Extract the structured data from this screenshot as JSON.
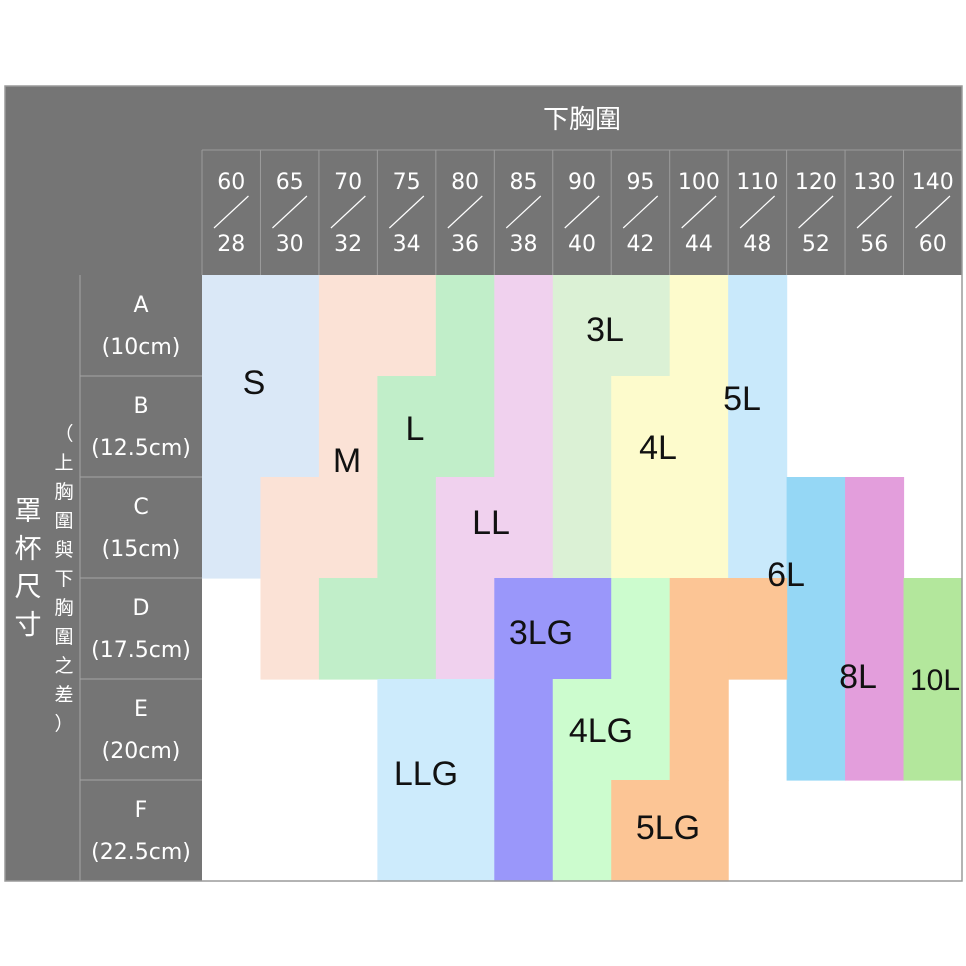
{
  "header": {
    "underbust_title": "下胸圍",
    "cup_title": "罩杯尺寸",
    "cup_subtitle": "（上胸圍與下胸圍之差）"
  },
  "columns": [
    {
      "top": "60",
      "bottom": "28"
    },
    {
      "top": "65",
      "bottom": "30"
    },
    {
      "top": "70",
      "bottom": "32"
    },
    {
      "top": "75",
      "bottom": "34"
    },
    {
      "top": "80",
      "bottom": "36"
    },
    {
      "top": "85",
      "bottom": "38"
    },
    {
      "top": "90",
      "bottom": "40"
    },
    {
      "top": "95",
      "bottom": "42"
    },
    {
      "top": "100",
      "bottom": "44"
    },
    {
      "top": "110",
      "bottom": "48"
    },
    {
      "top": "120",
      "bottom": "52"
    },
    {
      "top": "130",
      "bottom": "56"
    },
    {
      "top": "140",
      "bottom": "60"
    }
  ],
  "rows": [
    {
      "cup": "A",
      "diff": "(10cm)"
    },
    {
      "cup": "B",
      "diff": "(12.5cm)"
    },
    {
      "cup": "C",
      "diff": "(15cm)"
    },
    {
      "cup": "D",
      "diff": "(17.5cm)"
    },
    {
      "cup": "E",
      "diff": "(20cm)"
    },
    {
      "cup": "F",
      "diff": "(22.5cm)"
    }
  ],
  "sizes": [
    {
      "label": "S",
      "color": "#dae8f7"
    },
    {
      "label": "M",
      "color": "#fbe2d6"
    },
    {
      "label": "L",
      "color": "#c1eec9"
    },
    {
      "label": "LL",
      "color": "#f0d1ee"
    },
    {
      "label": "3L",
      "color": "#dbf1d5"
    },
    {
      "label": "4L",
      "color": "#fdfbcc"
    },
    {
      "label": "5L",
      "color": "#c9e9fb"
    },
    {
      "label": "6L",
      "color": "#95d7f5"
    },
    {
      "label": "8L",
      "color": "#e39edc"
    },
    {
      "label": "10L",
      "color": "#b3e79c"
    },
    {
      "label": "LLG",
      "color": "#cdebfc"
    },
    {
      "label": "3LG",
      "color": "#9a97fa"
    },
    {
      "label": "4LG",
      "color": "#ccfcce"
    },
    {
      "label": "5LG",
      "color": "#fcc595"
    }
  ],
  "colors": {
    "header_bg": "#757575",
    "grid_line": "#cfcfcf",
    "border": "#9a9a9a"
  }
}
